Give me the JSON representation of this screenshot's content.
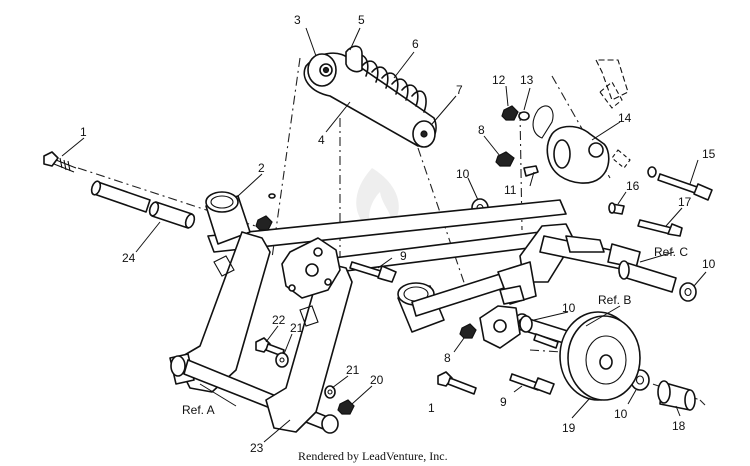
{
  "callouts": {
    "c1a": "1",
    "c1b": "1",
    "c2": "2",
    "c3": "3",
    "c4": "4",
    "c5": "5",
    "c6": "6",
    "c7": "7",
    "c8a": "8",
    "c8b": "8",
    "c9a": "9",
    "c9b": "9",
    "c10a": "10",
    "c10b": "10",
    "c10c": "10",
    "c10d": "10",
    "c11": "11",
    "c12": "12",
    "c13": "13",
    "c14": "14",
    "c15": "15",
    "c16": "16",
    "c17": "17",
    "c18": "18",
    "c19": "19",
    "c20": "20",
    "c21a": "21",
    "c21b": "21",
    "c22": "22",
    "c23": "23",
    "c24": "24"
  },
  "refs": {
    "a": "Ref. A",
    "b": "Ref. B",
    "c": "Ref. C"
  },
  "credit": "Rendered by LeadVenture, Inc."
}
